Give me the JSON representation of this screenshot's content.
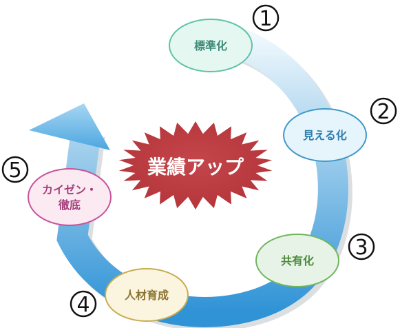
{
  "center": {
    "label": "業績アップ",
    "color": "#b3353a"
  },
  "steps": [
    {
      "number": "1",
      "lines": [
        "標準化"
      ],
      "fill": "#e4f7f0",
      "stroke": "#5fc2a8",
      "text_color": "#3e8a78"
    },
    {
      "number": "2",
      "lines": [
        "見える化"
      ],
      "fill": "#e6f4fb",
      "stroke": "#3f98c8",
      "text_color": "#2f7fae"
    },
    {
      "number": "3",
      "lines": [
        "共有化"
      ],
      "fill": "#e6f3e6",
      "stroke": "#6fb55f",
      "text_color": "#4e8a3f"
    },
    {
      "number": "4",
      "lines": [
        "人材育成"
      ],
      "fill": "#fbf4df",
      "stroke": "#c8ac4e",
      "text_color": "#8a7530"
    },
    {
      "number": "5",
      "lines": [
        "カイゼン・",
        "徹底"
      ],
      "fill": "#fbeaf1",
      "stroke": "#c6559a",
      "text_color": "#a33f7c"
    }
  ],
  "arrow_colors": {
    "light": "#eef7fc",
    "dark": "#2f93d6"
  }
}
